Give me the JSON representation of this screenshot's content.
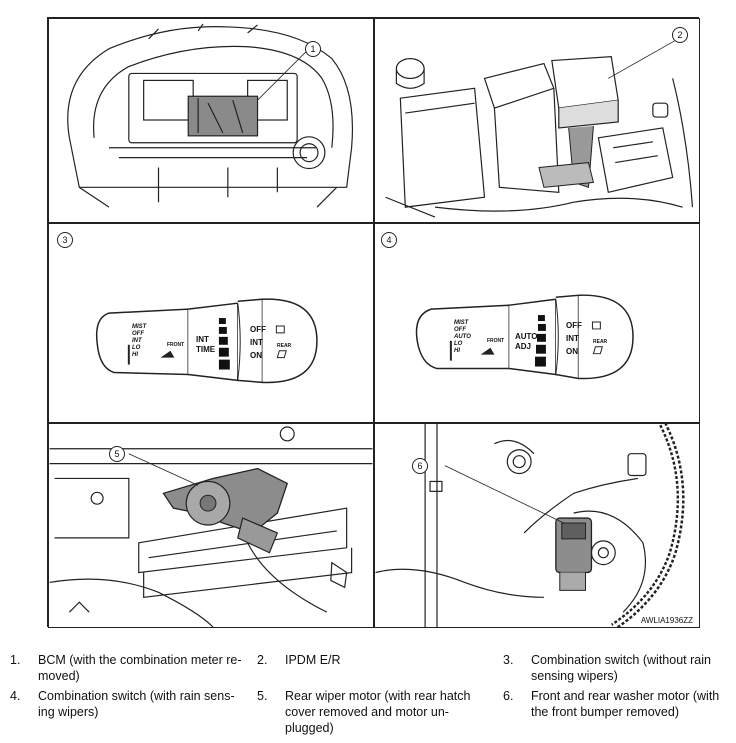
{
  "callouts": [
    "1",
    "2",
    "3",
    "4",
    "5",
    "6"
  ],
  "figure_code": "AWLIA1936ZZ",
  "switch_a": {
    "mist": "MIST",
    "off_left": "OFF",
    "int_left": "INT",
    "lo": "LO",
    "hi": "HI",
    "front": "FRONT",
    "mode1": "INT",
    "mode2": "TIME",
    "off": "OFF",
    "int": "INT",
    "on": "ON",
    "rear": "REAR"
  },
  "switch_b": {
    "mist": "MIST",
    "off_left": "OFF",
    "auto_left": "AUTO",
    "lo": "LO",
    "hi": "HI",
    "front": "FRONT",
    "mode1": "AUTO",
    "mode2": "ADJ",
    "off": "OFF",
    "int": "INT",
    "on": "ON",
    "rear": "REAR"
  },
  "legend": [
    {
      "num": "1.",
      "text": "BCM (with the combination meter re-",
      "text2": "moved)"
    },
    {
      "num": "2.",
      "text": "IPDM E/R",
      "text2": ""
    },
    {
      "num": "3.",
      "text": "Combination switch (without rain",
      "text2": "sensing wipers)"
    },
    {
      "num": "4.",
      "text": "Combination switch (with rain sens-",
      "text2": "ing wipers)"
    },
    {
      "num": "5.",
      "text": "Rear wiper motor (with rear hatch",
      "text2": "cover removed and motor un-",
      "text3": "plugged)"
    },
    {
      "num": "6.",
      "text": "Front and rear washer motor (with",
      "text2": "the front bumper removed)"
    }
  ]
}
